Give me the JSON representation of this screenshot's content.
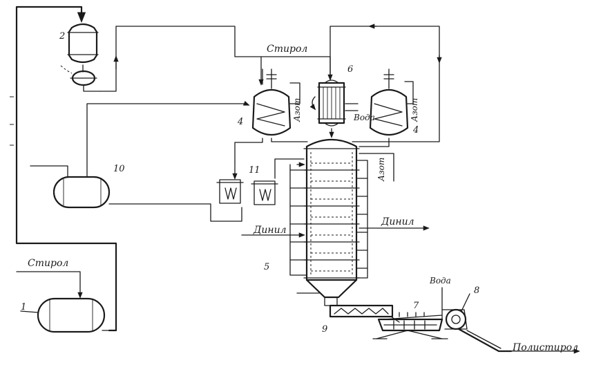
{
  "stream_labels": {
    "styrene_top": "Стирол",
    "styrene_bottom": "Стирол",
    "nitrogen_left": "Азот",
    "nitrogen_right": "Азот",
    "nitrogen_column": "Азот",
    "water_cooler": "Вода",
    "water_drum": "Вода",
    "dinil_in": "Динил",
    "dinil_out": "Динил",
    "polystyrene": "Полистирол"
  },
  "equipment_numbers": {
    "tank_1": "1",
    "vessel_2": "2",
    "column_5": "5",
    "condenser_6": "6",
    "drum_7": "7",
    "crusher_8": "8",
    "screw_9": "9",
    "prepolymerizer_4_left": "4",
    "prepolymerizer_4_right": "4",
    "collector_10": "10",
    "heater_11": "11"
  }
}
